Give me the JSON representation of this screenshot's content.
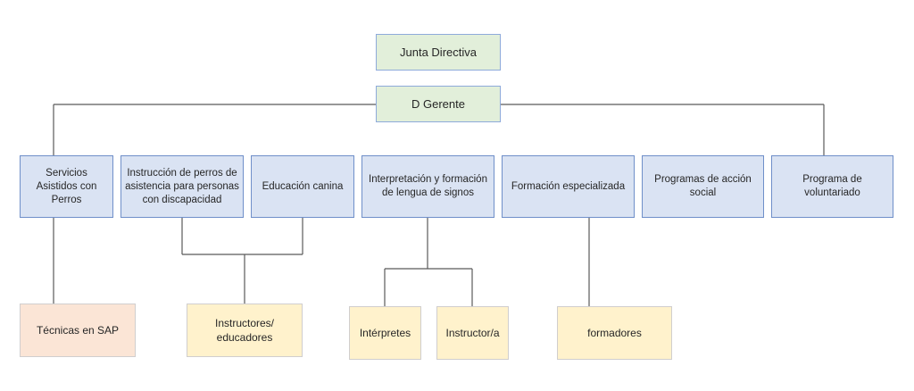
{
  "diagram": {
    "top": {
      "board": "Junta Directiva",
      "manager": "D Gerente"
    },
    "departments": [
      "Servicios Asistidos con Perros",
      "Instrucción de perros de asistencia para personas con discapacidad",
      "Educación canina",
      "Interpretación y formación de lengua de signos",
      "Formación especializada",
      "Programas de acción social",
      "Programa de voluntariado"
    ],
    "staff": [
      "Técnicas en SAP",
      "Instructores/ educadores",
      "Intérpretes",
      "Instructor/a",
      "formadores"
    ],
    "colors": {
      "top_fill": "#e2efda",
      "dept_fill": "#dae3f3",
      "staff_sap_fill": "#fbe5d6",
      "staff_fill": "#fff2cc",
      "line": "#595959"
    }
  }
}
